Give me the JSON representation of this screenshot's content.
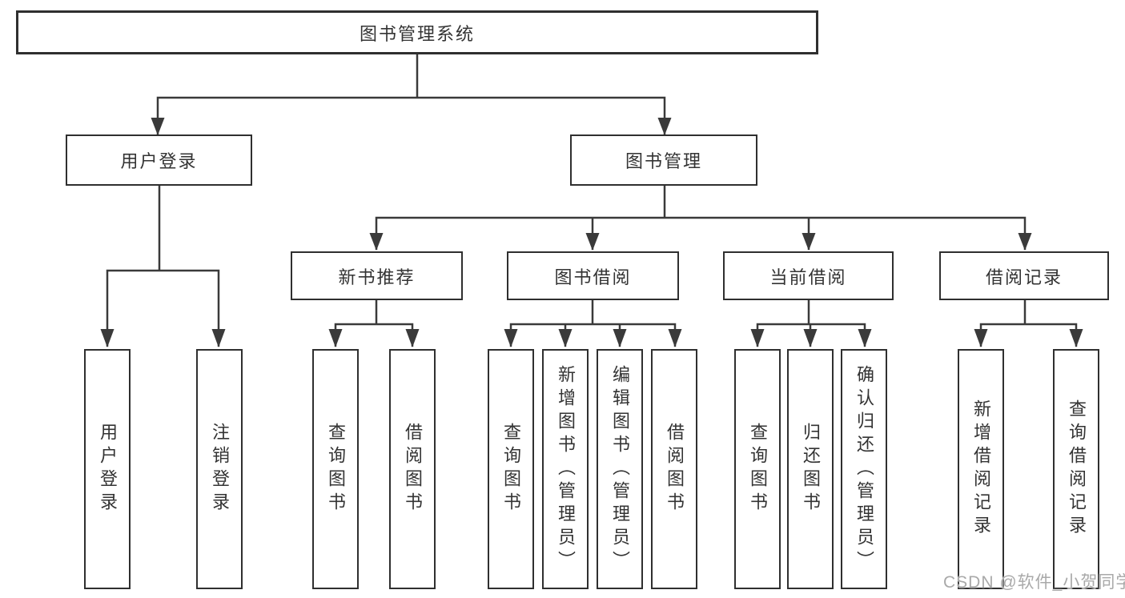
{
  "diagram": {
    "root_label": "图书管理系统",
    "nodes": {
      "user_login": "用户登录",
      "book_management": "图书管理",
      "new_book_recommend": "新书推荐",
      "book_borrow": "图书借阅",
      "current_borrow": "当前借阅",
      "borrow_records": "借阅记录"
    },
    "leaves": {
      "user_login_group": [
        "用户登录",
        "注销登录"
      ],
      "new_book_group": [
        "查询图书",
        "借阅图书"
      ],
      "book_borrow_group": [
        "查询图书",
        "新增图书（管理员）",
        "编辑图书（管理员）",
        "借阅图书"
      ],
      "current_borrow_group": [
        "查询图书",
        "归还图书",
        "确认归还（管理员）"
      ],
      "borrow_records_group": [
        "新增借阅记录",
        "查询借阅记录"
      ]
    }
  },
  "watermark": "CSDN @软件_小贺同学",
  "colors": {
    "line": "#3a3a3a",
    "box_border": "#2f2f2f",
    "text": "#333333",
    "watermark": "#a9a9a9",
    "background": "#ffffff"
  }
}
